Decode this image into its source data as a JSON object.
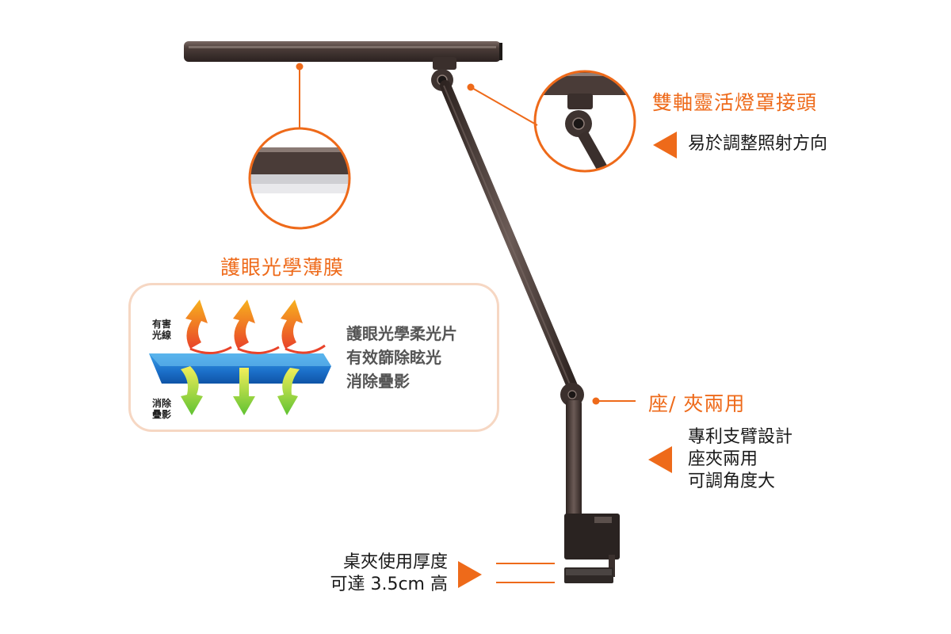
{
  "colors": {
    "accent": "#ee6a1a",
    "lamp": "#4a3c38",
    "film_border": "#f6d7c3"
  },
  "joint": {
    "title": "雙軸靈活燈罩接頭",
    "desc": "易於調整照射方向"
  },
  "film": {
    "title": "護眼光學薄膜",
    "lines": [
      "護眼光學柔光片",
      "有效篩除眩光",
      "消除疊影"
    ],
    "harmful_label": [
      "有害",
      "光線"
    ],
    "remove_label": [
      "消除",
      "疊影"
    ]
  },
  "mount": {
    "title": "座/ 夾兩用",
    "lines": [
      "專利支臂設計",
      "座夾兩用",
      "可調角度大"
    ]
  },
  "clamp": {
    "lines": [
      "桌夾使用厚度",
      "可達 3.5cm 高"
    ]
  },
  "icons": [
    "triangle-left-icon",
    "triangle-right-icon",
    "arrow-up-icon",
    "arrow-down-icon"
  ]
}
